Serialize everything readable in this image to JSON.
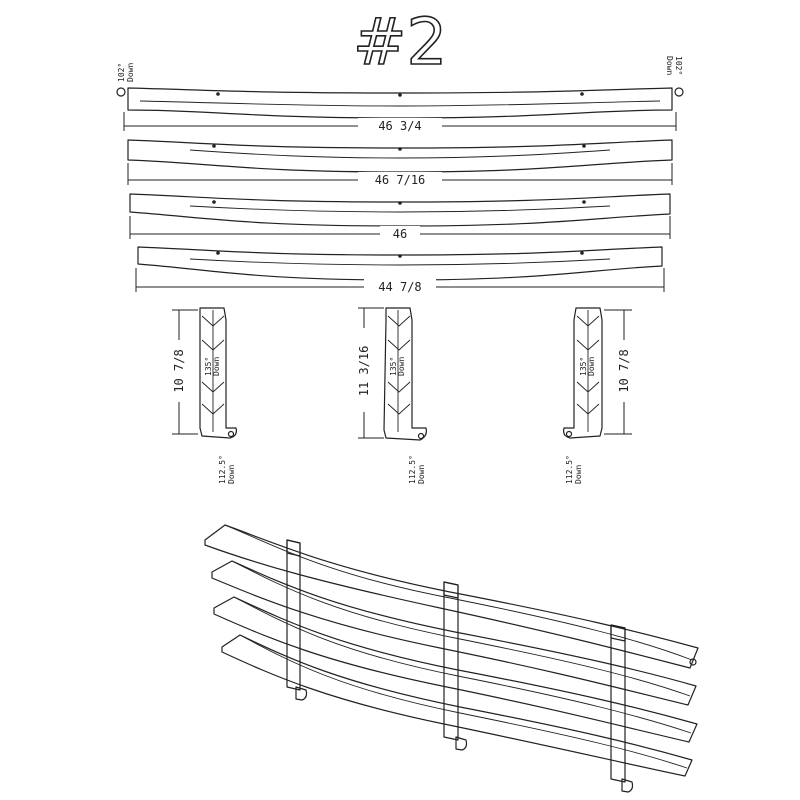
{
  "title": "#2",
  "bars": [
    {
      "length": "46 3/4",
      "end_note_angle": "102°",
      "end_note_dir": "Down"
    },
    {
      "length": "46 7/16"
    },
    {
      "length": "46"
    },
    {
      "length": "44 7/8"
    }
  ],
  "brackets": [
    {
      "length": "10 7/8",
      "bend_angle": "135°",
      "bend_dir": "Down",
      "tab_angle": "112.5°",
      "tab_dir": "Down"
    },
    {
      "length": "11 3/16",
      "bend_angle": "135°",
      "bend_dir": "Down",
      "tab_angle": "112.5°",
      "tab_dir": "Down"
    },
    {
      "length": "10 7/8",
      "bend_angle": "135°",
      "bend_dir": "Down",
      "tab_angle": "112.5°",
      "tab_dir": "Down"
    }
  ]
}
